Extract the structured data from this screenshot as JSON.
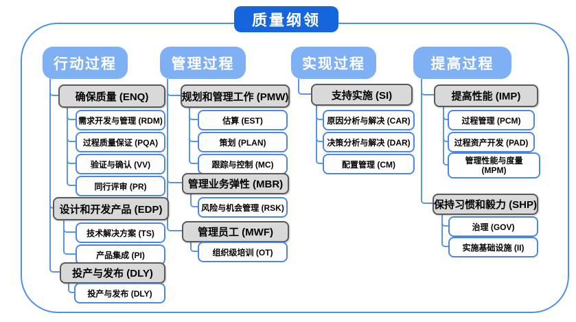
{
  "title": "质量纲领",
  "columns": [
    {
      "header": "行动过程",
      "groups": [
        {
          "label": "确保质量 (ENQ)",
          "items": [
            "需求开发与管理 (RDM)",
            "过程质量保证 (PQA)",
            "验证与确认 (VV)",
            "同行评审 (PR)"
          ]
        },
        {
          "label": "设计和开发产品 (EDP)",
          "items": [
            "技术解决方案 (TS)",
            "产品集成 (PI)"
          ]
        },
        {
          "label": "投产与发布 (DLY)",
          "items": [
            "投产与发布 (DLY)"
          ]
        }
      ]
    },
    {
      "header": "管理过程",
      "groups": [
        {
          "label": "规划和管理工作 (PMW)",
          "items": [
            "估算 (EST)",
            "策划 (PLAN)",
            "跟踪与控制 (MC)"
          ]
        },
        {
          "label": "管理业务弹性 (MBR)",
          "items": [
            "风险与机会管理 (RSK)"
          ]
        },
        {
          "label": "管理员工 (MWF)",
          "items": [
            "组织级培训 (OT)"
          ]
        }
      ]
    },
    {
      "header": "实现过程",
      "groups": [
        {
          "label": "支持实施 (SI)",
          "items": [
            "原因分析与解决 (CAR)",
            "决策分析与解决 (DAR)",
            "配置管理 (CM)"
          ]
        }
      ]
    },
    {
      "header": "提高过程",
      "groups": [
        {
          "label": "提高性能 (IMP)",
          "items": [
            "过程管理 (PCM)",
            "过程资产开发 (PAD)",
            "管理性能与度量 (MPM)"
          ]
        },
        {
          "label": "保持习惯和毅力 (SHP)",
          "items": [
            "治理 (GOV)",
            "实施基础设施 (II)"
          ]
        }
      ]
    }
  ],
  "colors": {
    "title_bg": "#1565dc",
    "header_bg": "#7eb0f3",
    "gray_fill": "#d9d9d9",
    "gray_border": "#595959",
    "node_border": "#4a86e8",
    "connector": "#5a93ea",
    "frame_border": "#4a90e8"
  }
}
